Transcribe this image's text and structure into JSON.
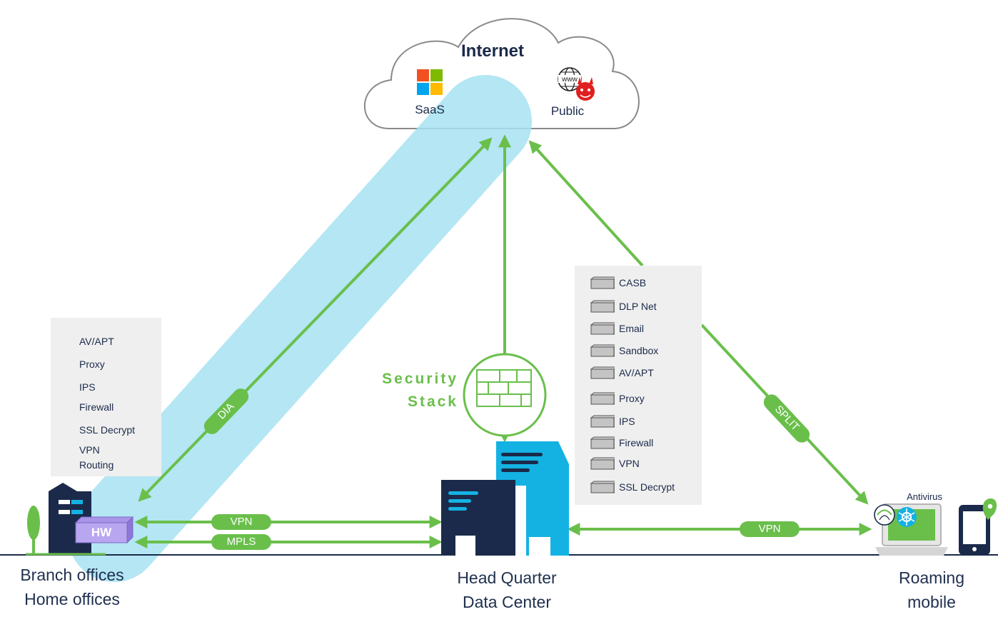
{
  "internet": {
    "title": "Internet",
    "saas_label": "SaaS",
    "public_label": "Public",
    "saas_icon": "windows-logo-icon",
    "public_icon": "globe-with-devil-icon"
  },
  "colors": {
    "arrow_green": "#6abf4b",
    "dia_highlight": "#a8e2f3",
    "navy": "#1b2a4a",
    "cyan": "#14b2e3",
    "panel_gray": "#efefef",
    "hw_purple": "#b9a6f0"
  },
  "branch": {
    "functions": [
      "AV/APT",
      "Proxy",
      "IPS",
      "Firewall",
      "SSL Decrypt",
      "VPN",
      "Routing"
    ],
    "hw_label": "HW",
    "caption_line1": "Branch offices",
    "caption_line2": "Home offices"
  },
  "hq": {
    "security_stack_line1": "Security",
    "security_stack_line2": "Stack",
    "stack_items": [
      "CASB",
      "DLP Net",
      "Email",
      "Sandbox",
      "AV/APT",
      "Proxy",
      "IPS",
      "Firewall",
      "VPN",
      "SSL Decrypt"
    ],
    "caption_line1": "Head Quarter",
    "caption_line2": "Data Center"
  },
  "links": {
    "dia": "DIA",
    "split": "SPLIT",
    "branch_vpn": "VPN",
    "branch_mpls": "MPLS",
    "roaming_vpn": "VPN"
  },
  "roaming": {
    "antivirus_label": "Antivirus",
    "caption_line1": "Roaming",
    "caption_line2": "mobile"
  }
}
